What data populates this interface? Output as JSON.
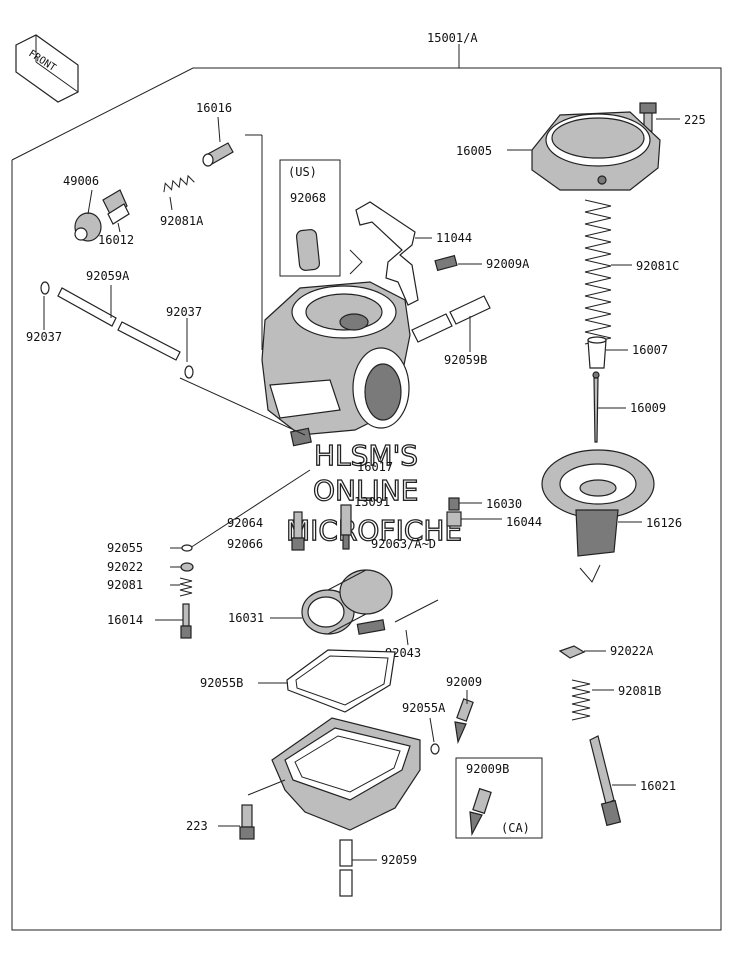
{
  "assembly_label": "15001/A",
  "front_label": "FRONT",
  "watermark": {
    "line1": "HLSM'S",
    "line2": "ONLINE",
    "line3": "MICROFICHE"
  },
  "inset_us": {
    "title": "(US)",
    "part": "92068"
  },
  "inset_ca": {
    "part": "92009B",
    "title": "(CA)"
  },
  "parts": {
    "p16016": "16016",
    "p49006": "49006",
    "p92081A": "92081A",
    "p16012": "16012",
    "p92059A": "92059A",
    "p92037a": "92037",
    "p92037b": "92037",
    "p11044": "11044",
    "p92009A": "92009A",
    "p92059B": "92059B",
    "p16017": "16017",
    "p13091": "13091",
    "p16030": "16030",
    "p16044": "16044",
    "p92064": "92064",
    "p92066": "92066",
    "p92063": "92063/A~D",
    "p92055": "92055",
    "p92022": "92022",
    "p92081": "92081",
    "p16014": "16014",
    "p16031": "16031",
    "p92043": "92043",
    "p92055B": "92055B",
    "p92009": "92009",
    "p92055A": "92055A",
    "p223": "223",
    "p92059": "92059",
    "p225": "225",
    "p16005": "16005",
    "p92081C": "92081C",
    "p16007": "16007",
    "p16009": "16009",
    "p16126": "16126",
    "p92022A": "92022A",
    "p92081B": "92081B",
    "p16021": "16021"
  }
}
